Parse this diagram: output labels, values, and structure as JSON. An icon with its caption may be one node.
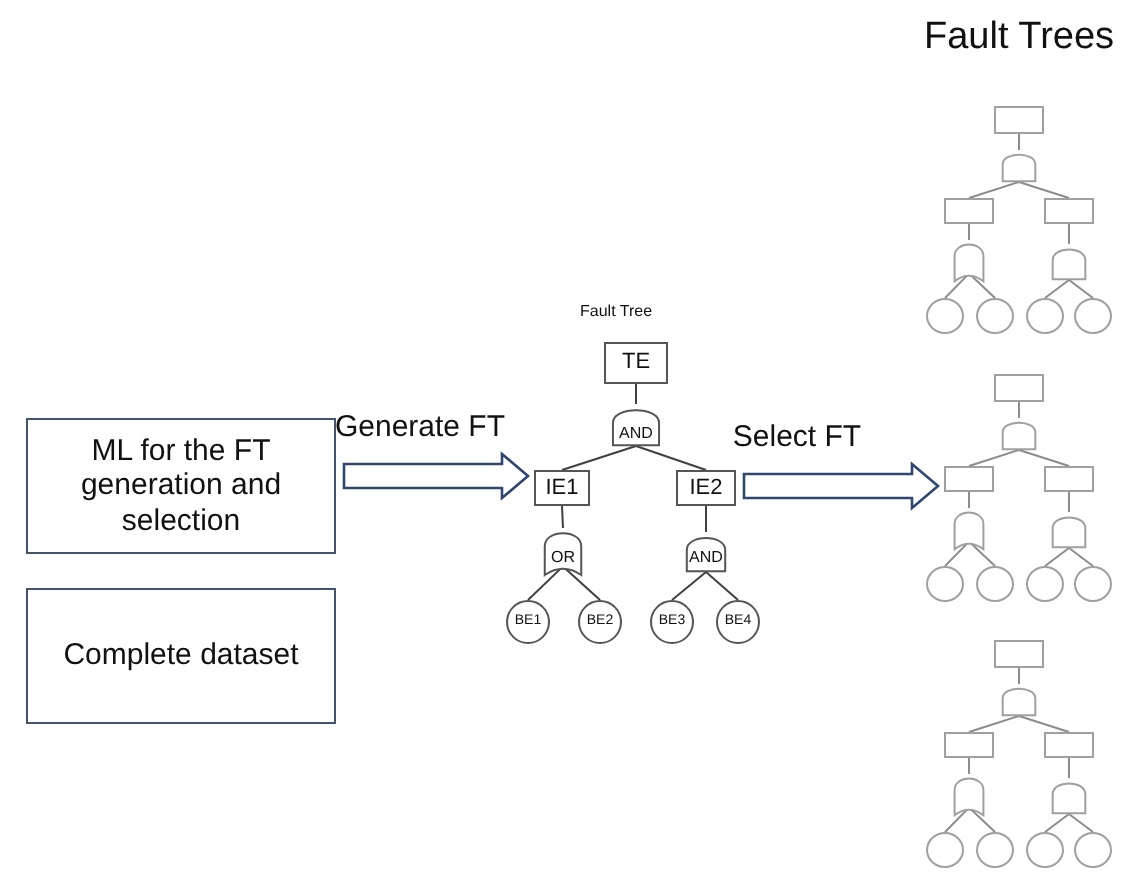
{
  "diagram": {
    "nodes": [
      {
        "text": [
          "ML for the FT generation and selection"
        ]
      },
      {
        "text": [
          "Complete dataset"
        ]
      },
      {
        "text": [
          "TE"
        ]
      },
      {
        "text": [
          "AND"
        ]
      },
      {
        "text": [
          "IE1"
        ]
      },
      {
        "text": [
          "IE2"
        ]
      },
      {
        "text": [
          "OR"
        ]
      },
      {
        "text": [
          "AND"
        ]
      },
      {
        "text": [
          "BE1"
        ]
      },
      {
        "text": [
          "BE2"
        ]
      },
      {
        "text": [
          "BE3"
        ]
      },
      {
        "text": [
          "BE4"
        ]
      },
      {
        "text": [],
        "shape": "box"
      },
      {
        "text": [],
        "shape": "and-gate"
      },
      {
        "text": [],
        "shape": "box"
      },
      {
        "text": [],
        "shape": "box"
      },
      {
        "text": [],
        "shape": "or-gate"
      },
      {
        "text": [],
        "shape": "and-gate"
      },
      {
        "text": [],
        "shape": "circle"
      },
      {
        "text": [],
        "shape": "circle"
      },
      {
        "text": [],
        "shape": "circle"
      },
      {
        "text": [],
        "shape": "circle"
      },
      {
        "text": [],
        "shape": "box"
      },
      {
        "text": [],
        "shape": "and-gate"
      },
      {
        "text": [],
        "shape": "box"
      },
      {
        "text": [],
        "shape": "box"
      },
      {
        "text": [],
        "shape": "or-gate"
      },
      {
        "text": [],
        "shape": "and-gate"
      },
      {
        "text": [],
        "shape": "circle"
      },
      {
        "text": [],
        "shape": "circle"
      },
      {
        "text": [],
        "shape": "circle"
      },
      {
        "text": [],
        "shape": "circle"
      },
      {
        "text": [],
        "shape": "box"
      },
      {
        "text": [],
        "shape": "and-gate"
      },
      {
        "text": [],
        "shape": "box"
      },
      {
        "text": [],
        "shape": "box"
      },
      {
        "text": [],
        "shape": "or-gate"
      },
      {
        "text": [],
        "shape": "and-gate"
      },
      {
        "text": [],
        "shape": "circle"
      },
      {
        "text": [],
        "shape": "circle"
      },
      {
        "text": [],
        "shape": "circle"
      },
      {
        "text": [],
        "shape": "circle"
      }
    ],
    "edges": [
      {
        "from": 0,
        "to": 4,
        "arrow": "to",
        "label": "Generate FT",
        "style": "thick",
        "color": "#2f4770"
      },
      {
        "from": 5,
        "to": 24,
        "arrow": "to",
        "label": "Select FT",
        "style": "thick",
        "color": "#2f4770"
      },
      {
        "from": 2,
        "to": 3,
        "arrow": "none",
        "color": "#404040"
      },
      {
        "from": 3,
        "to": 4,
        "arrow": "none",
        "color": "#404040"
      },
      {
        "from": 3,
        "to": 5,
        "arrow": "none",
        "color": "#404040"
      },
      {
        "from": 4,
        "to": 6,
        "arrow": "none",
        "color": "#404040"
      },
      {
        "from": 5,
        "to": 7,
        "arrow": "none",
        "color": "#404040"
      },
      {
        "from": 6,
        "to": 8,
        "arrow": "none",
        "color": "#404040"
      },
      {
        "from": 6,
        "to": 9,
        "arrow": "none",
        "color": "#404040"
      },
      {
        "from": 7,
        "to": 10,
        "arrow": "none",
        "color": "#404040"
      },
      {
        "from": 7,
        "to": 11,
        "arrow": "none",
        "color": "#404040"
      },
      {
        "from": 12,
        "to": 13,
        "arrow": "none"
      },
      {
        "from": 13,
        "to": 14,
        "arrow": "none"
      },
      {
        "from": 13,
        "to": 15,
        "arrow": "none"
      },
      {
        "from": 14,
        "to": 16,
        "arrow": "none"
      },
      {
        "from": 15,
        "to": 17,
        "arrow": "none"
      },
      {
        "from": 16,
        "to": 18,
        "arrow": "none"
      },
      {
        "from": 16,
        "to": 19,
        "arrow": "none"
      },
      {
        "from": 17,
        "to": 20,
        "arrow": "none"
      },
      {
        "from": 17,
        "to": 21,
        "arrow": "none"
      },
      {
        "from": 22,
        "to": 23,
        "arrow": "none"
      },
      {
        "from": 23,
        "to": 24,
        "arrow": "none"
      },
      {
        "from": 23,
        "to": 25,
        "arrow": "none"
      },
      {
        "from": 24,
        "to": 26,
        "arrow": "none"
      },
      {
        "from": 25,
        "to": 27,
        "arrow": "none"
      },
      {
        "from": 26,
        "to": 28,
        "arrow": "none"
      },
      {
        "from": 26,
        "to": 29,
        "arrow": "none"
      },
      {
        "from": 27,
        "to": 30,
        "arrow": "none"
      },
      {
        "from": 27,
        "to": 31,
        "arrow": "none"
      },
      {
        "from": 32,
        "to": 33,
        "arrow": "none"
      },
      {
        "from": 33,
        "to": 34,
        "arrow": "none"
      },
      {
        "from": 33,
        "to": 35,
        "arrow": "none"
      },
      {
        "from": 34,
        "to": 36,
        "arrow": "none"
      },
      {
        "from": 35,
        "to": 37,
        "arrow": "none"
      },
      {
        "from": 36,
        "to": 38,
        "arrow": "none"
      },
      {
        "from": 36,
        "to": 39,
        "arrow": "none"
      },
      {
        "from": 37,
        "to": 40,
        "arrow": "none"
      },
      {
        "from": 37,
        "to": 41,
        "arrow": "none"
      }
    ],
    "labels": [
      "Fault Trees",
      "Fault Tree"
    ]
  }
}
